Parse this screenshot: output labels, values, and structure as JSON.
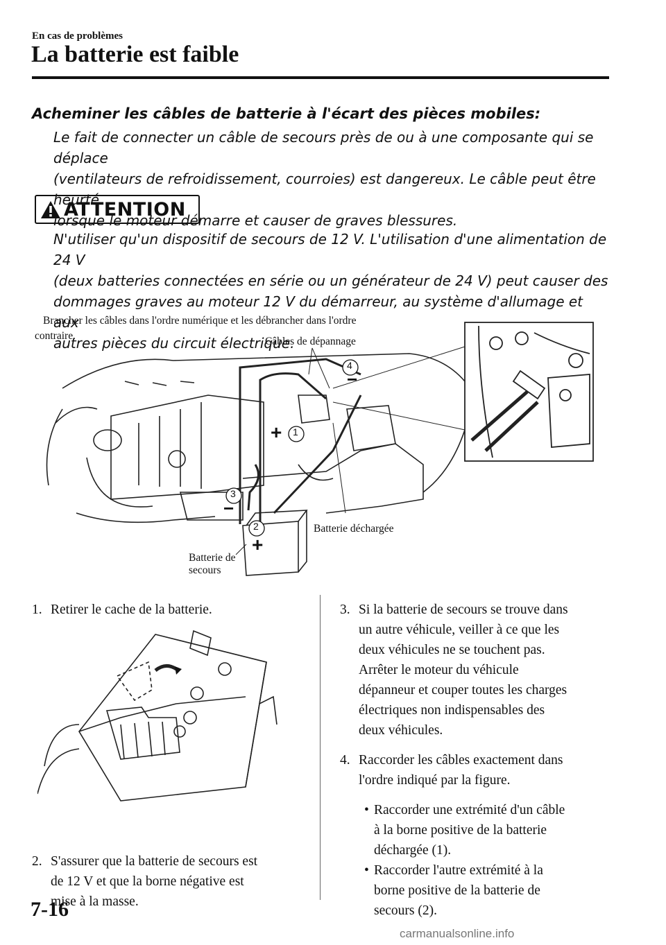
{
  "header": {
    "section": "En cas de problèmes",
    "title": "La batterie est faible"
  },
  "warning_block": {
    "heading": "Acheminer les câbles de batterie à l'écart des pièces mobiles:",
    "lines": [
      "Le fait de connecter un câble de secours près de ou à une composante qui se déplace",
      "(ventilateurs de refroidissement, courroies) est dangereux. Le câble peut être heurté",
      "lorsque le moteur démarre et causer de graves blessures."
    ]
  },
  "attention": {
    "label": "ATTENTION",
    "lines": [
      "N'utiliser qu'un dispositif de secours de 12 V. L'utilisation d'une alimentation de 24 V",
      "(deux batteries connectées en série ou un générateur de 24 V) peut causer des",
      "dommages graves au moteur 12 V du démarreur, au système d'allumage et aux",
      "autres pièces du circuit électrique."
    ]
  },
  "figure1": {
    "caption_line1": "Brancher les câbles dans l'ordre numérique et les débrancher dans l'ordre",
    "caption_line2": "contraire.",
    "label_cables": "Câbles de dépannage",
    "label_discharged": "Batterie déchargée",
    "label_booster_1": "Batterie de",
    "label_booster_2": "secours",
    "marker_1": "1",
    "marker_2": "2",
    "marker_3": "3",
    "marker_4": "4",
    "plus": "+",
    "minus": "−"
  },
  "steps": {
    "s1": {
      "num": "1.",
      "text": "Retirer le cache de la batterie."
    },
    "s2": {
      "num": "2.",
      "lines": [
        "S'assurer que la batterie de secours est",
        "de 12 V et que la borne négative est",
        "mise à la masse."
      ]
    },
    "s3": {
      "num": "3.",
      "lines": [
        "Si la batterie de secours se trouve dans",
        "un autre véhicule, veiller à ce que les",
        "deux véhicules ne se touchent pas.",
        "Arrêter le moteur du véhicule",
        "dépanneur et couper toutes les charges",
        "électriques non indispensables des",
        "deux véhicules."
      ]
    },
    "s4": {
      "num": "4.",
      "lines": [
        "Raccorder les câbles exactement dans",
        "l'ordre indiqué par la figure."
      ]
    },
    "bullets": [
      {
        "lines": [
          "Raccorder une extrémité d'un câble",
          "à la borne positive de la batterie",
          "déchargée (1)."
        ]
      },
      {
        "lines": [
          "Raccorder l'autre extrémité à la",
          "borne positive de la batterie de",
          "secours (2)."
        ]
      }
    ],
    "bullet_char": "•"
  },
  "footer": {
    "page_number": "7-16",
    "watermark": "carmanualsonline.info"
  }
}
